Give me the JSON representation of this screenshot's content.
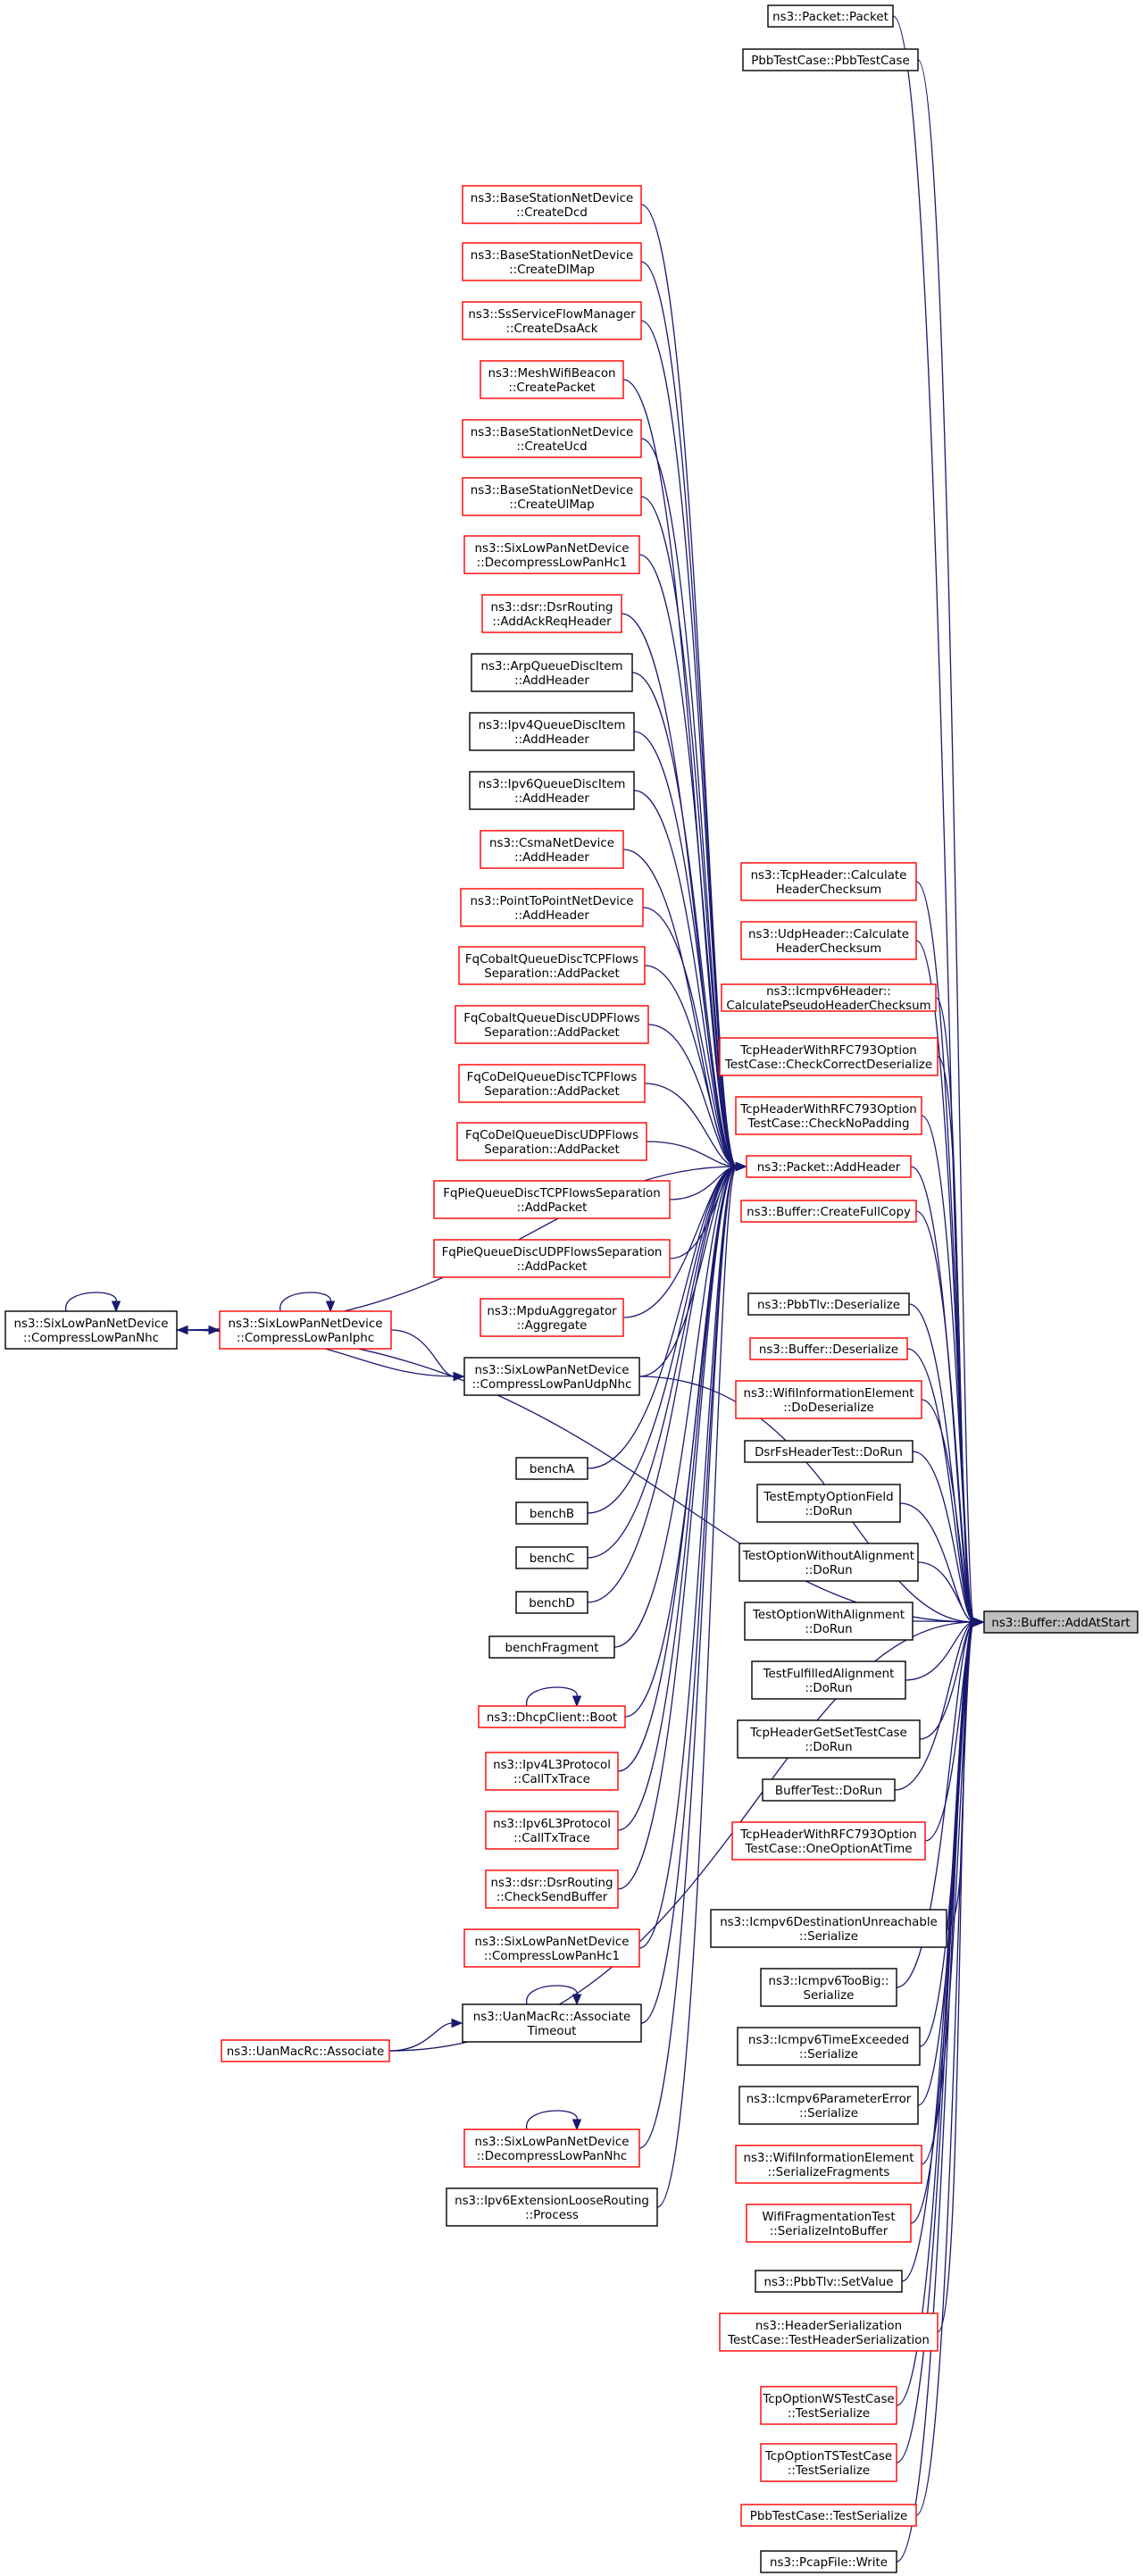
{
  "diagram": {
    "target": {
      "id": "addatstart",
      "lines": [
        "ns3::Buffer::AddAtStart"
      ],
      "color": "target"
    },
    "hub": "addheader",
    "nodes": [
      {
        "id": "packet_ctor",
        "lines": [
          "ns3::Packet::Packet"
        ],
        "color": "black"
      },
      {
        "id": "pbb_ctor",
        "lines": [
          "PbbTestCase::PbbTestCase"
        ],
        "color": "black"
      },
      {
        "id": "createdcd",
        "lines": [
          "ns3::BaseStationNetDevice",
          "::CreateDcd"
        ],
        "color": "red"
      },
      {
        "id": "createdlmap",
        "lines": [
          "ns3::BaseStationNetDevice",
          "::CreateDlMap"
        ],
        "color": "red"
      },
      {
        "id": "createdsaack",
        "lines": [
          "ns3::SsServiceFlowManager",
          "::CreateDsaAck"
        ],
        "color": "red"
      },
      {
        "id": "createpacket",
        "lines": [
          "ns3::MeshWifiBeacon",
          "::CreatePacket"
        ],
        "color": "red"
      },
      {
        "id": "createucd",
        "lines": [
          "ns3::BaseStationNetDevice",
          "::CreateUcd"
        ],
        "color": "red"
      },
      {
        "id": "createulmap",
        "lines": [
          "ns3::BaseStationNetDevice",
          "::CreateUlMap"
        ],
        "color": "red"
      },
      {
        "id": "decomphc1",
        "lines": [
          "ns3::SixLowPanNetDevice",
          "::DecompressLowPanHc1"
        ],
        "color": "red"
      },
      {
        "id": "addackreq",
        "lines": [
          "ns3::dsr::DsrRouting",
          "::AddAckReqHeader"
        ],
        "color": "red"
      },
      {
        "id": "arpaddhdr",
        "lines": [
          "ns3::ArpQueueDiscItem",
          "::AddHeader"
        ],
        "color": "black"
      },
      {
        "id": "ipv4addhdr",
        "lines": [
          "ns3::Ipv4QueueDiscItem",
          "::AddHeader"
        ],
        "color": "black"
      },
      {
        "id": "ipv6addhdr",
        "lines": [
          "ns3::Ipv6QueueDiscItem",
          "::AddHeader"
        ],
        "color": "black"
      },
      {
        "id": "csmaaddhdr",
        "lines": [
          "ns3::CsmaNetDevice",
          "::AddHeader"
        ],
        "color": "red"
      },
      {
        "id": "p2paddhdr",
        "lines": [
          "ns3::PointToPointNetDevice",
          "::AddHeader"
        ],
        "color": "red"
      },
      {
        "id": "fqcobalttcp",
        "lines": [
          "FqCobaltQueueDiscTCPFlows",
          "Separation::AddPacket"
        ],
        "color": "red"
      },
      {
        "id": "fqcobaltudp",
        "lines": [
          "FqCobaltQueueDiscUDPFlows",
          "Separation::AddPacket"
        ],
        "color": "red"
      },
      {
        "id": "fqcodeltcp",
        "lines": [
          "FqCoDelQueueDiscTCPFlows",
          "Separation::AddPacket"
        ],
        "color": "red"
      },
      {
        "id": "fqcodeludp",
        "lines": [
          "FqCoDelQueueDiscUDPFlows",
          "Separation::AddPacket"
        ],
        "color": "red"
      },
      {
        "id": "fqpietcp",
        "lines": [
          "FqPieQueueDiscTCPFlowsSeparation",
          "::AddPacket"
        ],
        "color": "red"
      },
      {
        "id": "fqpieudp",
        "lines": [
          "FqPieQueueDiscUDPFlowsSeparation",
          "::AddPacket"
        ],
        "color": "red"
      },
      {
        "id": "mpduagg",
        "lines": [
          "ns3::MpduAggregator",
          "::Aggregate"
        ],
        "color": "red"
      },
      {
        "id": "compnhc",
        "lines": [
          "ns3::SixLowPanNetDevice",
          "::CompressLowPanNhc"
        ],
        "color": "black"
      },
      {
        "id": "compiphc",
        "lines": [
          "ns3::SixLowPanNetDevice",
          "::CompressLowPanIphc"
        ],
        "color": "red"
      },
      {
        "id": "compudpnhc",
        "lines": [
          "ns3::SixLowPanNetDevice",
          "::CompressLowPanUdpNhc"
        ],
        "color": "black"
      },
      {
        "id": "bencha",
        "lines": [
          "benchA"
        ],
        "color": "black"
      },
      {
        "id": "benchb",
        "lines": [
          "benchB"
        ],
        "color": "black"
      },
      {
        "id": "benchc",
        "lines": [
          "benchC"
        ],
        "color": "black"
      },
      {
        "id": "benchd",
        "lines": [
          "benchD"
        ],
        "color": "black"
      },
      {
        "id": "benchfrag",
        "lines": [
          "benchFragment"
        ],
        "color": "black"
      },
      {
        "id": "dhcpboot",
        "lines": [
          "ns3::DhcpClient::Boot"
        ],
        "color": "red"
      },
      {
        "id": "ipv4calltx",
        "lines": [
          "ns3::Ipv4L3Protocol",
          "::CallTxTrace"
        ],
        "color": "red"
      },
      {
        "id": "ipv6calltx",
        "lines": [
          "ns3::Ipv6L3Protocol",
          "::CallTxTrace"
        ],
        "color": "red"
      },
      {
        "id": "checksend",
        "lines": [
          "ns3::dsr::DsrRouting",
          "::CheckSendBuffer"
        ],
        "color": "red"
      },
      {
        "id": "comphc1",
        "lines": [
          "ns3::SixLowPanNetDevice",
          "::CompressLowPanHc1"
        ],
        "color": "red"
      },
      {
        "id": "uanassoctimeout",
        "lines": [
          "ns3::UanMacRc::Associate",
          "Timeout"
        ],
        "color": "black"
      },
      {
        "id": "uanassoc",
        "lines": [
          "ns3::UanMacRc::Associate"
        ],
        "color": "red"
      },
      {
        "id": "decompnhc",
        "lines": [
          "ns3::SixLowPanNetDevice",
          "::DecompressLowPanNhc"
        ],
        "color": "red"
      },
      {
        "id": "ipv6extproc",
        "lines": [
          "ns3::Ipv6ExtensionLooseRouting",
          "::Process"
        ],
        "color": "black"
      },
      {
        "id": "tcpcalc",
        "lines": [
          "ns3::TcpHeader::Calculate",
          "HeaderChecksum"
        ],
        "color": "red"
      },
      {
        "id": "udpcalc",
        "lines": [
          "ns3::UdpHeader::Calculate",
          "HeaderChecksum"
        ],
        "color": "red"
      },
      {
        "id": "icmpcalc",
        "lines": [
          "ns3::Icmpv6Header::",
          "CalculatePseudoHeaderChecksum"
        ],
        "color": "red"
      },
      {
        "id": "tcpcheckcorrect",
        "lines": [
          "TcpHeaderWithRFC793Option",
          "TestCase::CheckCorrectDeserialize"
        ],
        "color": "red"
      },
      {
        "id": "tcpchecknopad",
        "lines": [
          "TcpHeaderWithRFC793Option",
          "TestCase::CheckNoPadding"
        ],
        "color": "red"
      },
      {
        "id": "addheader",
        "lines": [
          "ns3::Packet::AddHeader"
        ],
        "color": "red"
      },
      {
        "id": "createfullcopy",
        "lines": [
          "ns3::Buffer::CreateFullCopy"
        ],
        "color": "red"
      },
      {
        "id": "pbbtlvdeser",
        "lines": [
          "ns3::PbbTlv::Deserialize"
        ],
        "color": "black"
      },
      {
        "id": "bufdeser",
        "lines": [
          "ns3::Buffer::Deserialize"
        ],
        "color": "red"
      },
      {
        "id": "wifiiedodeser",
        "lines": [
          "ns3::WifiInformationElement",
          "::DoDeserialize"
        ],
        "color": "red"
      },
      {
        "id": "dsrfsdorun",
        "lines": [
          "DsrFsHeaderTest::DoRun"
        ],
        "color": "black"
      },
      {
        "id": "testemptyopt",
        "lines": [
          "TestEmptyOptionField",
          "::DoRun"
        ],
        "color": "black"
      },
      {
        "id": "testoptwithout",
        "lines": [
          "TestOptionWithoutAlignment",
          "::DoRun"
        ],
        "color": "black"
      },
      {
        "id": "testoptwith",
        "lines": [
          "TestOptionWithAlignment",
          "::DoRun"
        ],
        "color": "black"
      },
      {
        "id": "testfulfilled",
        "lines": [
          "TestFulfilledAlignment",
          "::DoRun"
        ],
        "color": "black"
      },
      {
        "id": "tcpgetset",
        "lines": [
          "TcpHeaderGetSetTestCase",
          "::DoRun"
        ],
        "color": "black"
      },
      {
        "id": "buffertest",
        "lines": [
          "BufferTest::DoRun"
        ],
        "color": "black"
      },
      {
        "id": "tcponeopt",
        "lines": [
          "TcpHeaderWithRFC793Option",
          "TestCase::OneOptionAtTime"
        ],
        "color": "red"
      },
      {
        "id": "icmpdestunreach",
        "lines": [
          "ns3::Icmpv6DestinationUnreachable",
          "::Serialize"
        ],
        "color": "black"
      },
      {
        "id": "icmptoobig",
        "lines": [
          "ns3::Icmpv6TooBig::",
          "Serialize"
        ],
        "color": "black"
      },
      {
        "id": "icmptimeexc",
        "lines": [
          "ns3::Icmpv6TimeExceeded",
          "::Serialize"
        ],
        "color": "black"
      },
      {
        "id": "icmpparamerr",
        "lines": [
          "ns3::Icmpv6ParameterError",
          "::Serialize"
        ],
        "color": "black"
      },
      {
        "id": "wifiiesefrag",
        "lines": [
          "ns3::WifiInformationElement",
          "::SerializeFragments"
        ],
        "color": "red"
      },
      {
        "id": "wififragtest",
        "lines": [
          "WifiFragmentationTest",
          "::SerializeIntoBuffer"
        ],
        "color": "red"
      },
      {
        "id": "pbbtlvset",
        "lines": [
          "ns3::PbbTlv::SetValue"
        ],
        "color": "black"
      },
      {
        "id": "hdrsertest",
        "lines": [
          "ns3::HeaderSerialization",
          "TestCase::TestHeaderSerialization"
        ],
        "color": "red"
      },
      {
        "id": "tcpoptws",
        "lines": [
          "TcpOptionWSTestCase",
          "::TestSerialize"
        ],
        "color": "red"
      },
      {
        "id": "tcpoptts",
        "lines": [
          "TcpOptionTSTestCase",
          "::TestSerialize"
        ],
        "color": "red"
      },
      {
        "id": "pbbtestser",
        "lines": [
          "PbbTestCase::TestSerialize"
        ],
        "color": "red"
      },
      {
        "id": "pcapwrite",
        "lines": [
          "ns3::PcapFile::Write"
        ],
        "color": "black"
      }
    ],
    "edges": [
      [
        "packet_ctor",
        "addatstart"
      ],
      [
        "pbb_ctor",
        "addatstart"
      ],
      [
        "compnhc",
        "addatstart"
      ],
      [
        "createdcd",
        "addheader"
      ],
      [
        "createdlmap",
        "addheader"
      ],
      [
        "createdsaack",
        "addheader"
      ],
      [
        "createpacket",
        "addheader"
      ],
      [
        "createucd",
        "addheader"
      ],
      [
        "createulmap",
        "addheader"
      ],
      [
        "decomphc1",
        "addheader"
      ],
      [
        "addackreq",
        "addheader"
      ],
      [
        "arpaddhdr",
        "addheader"
      ],
      [
        "ipv4addhdr",
        "addheader"
      ],
      [
        "ipv6addhdr",
        "addheader"
      ],
      [
        "csmaaddhdr",
        "addheader"
      ],
      [
        "p2paddhdr",
        "addheader"
      ],
      [
        "fqcobalttcp",
        "addheader"
      ],
      [
        "fqcobaltudp",
        "addheader"
      ],
      [
        "fqcodeltcp",
        "addheader"
      ],
      [
        "fqcodeludp",
        "addheader"
      ],
      [
        "fqpietcp",
        "addheader"
      ],
      [
        "fqpieudp",
        "addheader"
      ],
      [
        "mpduagg",
        "addheader"
      ],
      [
        "compnhc",
        "addheader"
      ],
      [
        "compudpnhc",
        "addheader"
      ],
      [
        "bencha",
        "addheader"
      ],
      [
        "benchb",
        "addheader"
      ],
      [
        "benchc",
        "addheader"
      ],
      [
        "benchd",
        "addheader"
      ],
      [
        "benchfrag",
        "addheader"
      ],
      [
        "dhcpboot",
        "addheader"
      ],
      [
        "ipv4calltx",
        "addheader"
      ],
      [
        "ipv6calltx",
        "addheader"
      ],
      [
        "checksend",
        "addheader"
      ],
      [
        "comphc1",
        "addheader"
      ],
      [
        "uanassoctimeout",
        "addheader"
      ],
      [
        "decompnhc",
        "addheader"
      ],
      [
        "ipv6extproc",
        "addheader"
      ],
      [
        "tcpcalc",
        "addatstart"
      ],
      [
        "udpcalc",
        "addatstart"
      ],
      [
        "icmpcalc",
        "addatstart"
      ],
      [
        "tcpcheckcorrect",
        "addatstart"
      ],
      [
        "tcpchecknopad",
        "addatstart"
      ],
      [
        "addheader",
        "addatstart"
      ],
      [
        "createfullcopy",
        "addatstart"
      ],
      [
        "pbbtlvdeser",
        "addatstart"
      ],
      [
        "bufdeser",
        "addatstart"
      ],
      [
        "wifiiedodeser",
        "addatstart"
      ],
      [
        "dsrfsdorun",
        "addatstart"
      ],
      [
        "testemptyopt",
        "addatstart"
      ],
      [
        "testoptwithout",
        "addatstart"
      ],
      [
        "testoptwith",
        "addatstart"
      ],
      [
        "testfulfilled",
        "addatstart"
      ],
      [
        "tcpgetset",
        "addatstart"
      ],
      [
        "buffertest",
        "addatstart"
      ],
      [
        "tcponeopt",
        "addatstart"
      ],
      [
        "icmpdestunreach",
        "addatstart"
      ],
      [
        "icmptoobig",
        "addatstart"
      ],
      [
        "icmptimeexc",
        "addatstart"
      ],
      [
        "icmpparamerr",
        "addatstart"
      ],
      [
        "wifiiesefrag",
        "addatstart"
      ],
      [
        "wififragtest",
        "addatstart"
      ],
      [
        "pbbtlvset",
        "addatstart"
      ],
      [
        "hdrsertest",
        "addatstart"
      ],
      [
        "tcpoptws",
        "addatstart"
      ],
      [
        "tcpoptts",
        "addatstart"
      ],
      [
        "pbbtestser",
        "addatstart"
      ],
      [
        "pcapwrite",
        "addatstart"
      ],
      [
        "compudpnhc",
        "addatstart"
      ],
      [
        "uanassoc",
        "addatstart"
      ],
      [
        "compiphc",
        "compnhc"
      ],
      [
        "compnhc",
        "compiphc"
      ],
      [
        "compiphc",
        "compudpnhc"
      ],
      [
        "compnhc",
        "compudpnhc"
      ],
      [
        "uanassoc",
        "uanassoctimeout"
      ]
    ],
    "self_loops": [
      "compnhc",
      "compiphc",
      "dhcpboot",
      "uanassoctimeout",
      "decompnhc"
    ]
  }
}
